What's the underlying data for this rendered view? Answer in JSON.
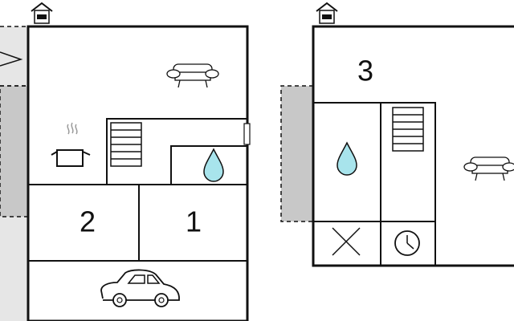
{
  "floors": [
    {
      "entrance": "house-icon",
      "rooms": [
        {
          "number": "2"
        },
        {
          "number": "1"
        }
      ],
      "symbols": [
        "sofa-icon",
        "cooking-pot-icon",
        "stairs-icon",
        "water-drop-icon",
        "car-icon"
      ]
    },
    {
      "entrance": "house-icon",
      "rooms": [
        {
          "number": "3"
        }
      ],
      "symbols": [
        "water-drop-icon",
        "stairs-icon",
        "cross-icon",
        "clock-icon",
        "sofa-icon"
      ]
    }
  ],
  "colors": {
    "wall": "#111111",
    "outdoor_area": "#c8c8c8",
    "outdoor_light": "#e6e6e6",
    "water": "#a8e4ec",
    "background": "#ffffff"
  }
}
